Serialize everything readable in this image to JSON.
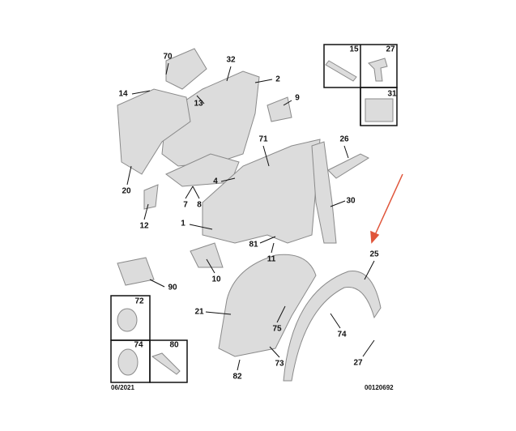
{
  "diagram": {
    "callouts": [
      "70",
      "32",
      "14",
      "13",
      "2",
      "9",
      "15",
      "27",
      "31",
      "26",
      "71",
      "4",
      "20",
      "7",
      "8",
      "30",
      "12",
      "1",
      "81",
      "25",
      "11",
      "90",
      "10",
      "72",
      "21",
      "75",
      "74",
      "74",
      "80",
      "73",
      "82",
      "27"
    ],
    "date": "06/2021",
    "reference": "00120692",
    "colors": {
      "part_fill": "#d9d9d9",
      "part_stroke": "#8a8a8a",
      "arrow": "#e0553a",
      "line": "#111111"
    }
  }
}
